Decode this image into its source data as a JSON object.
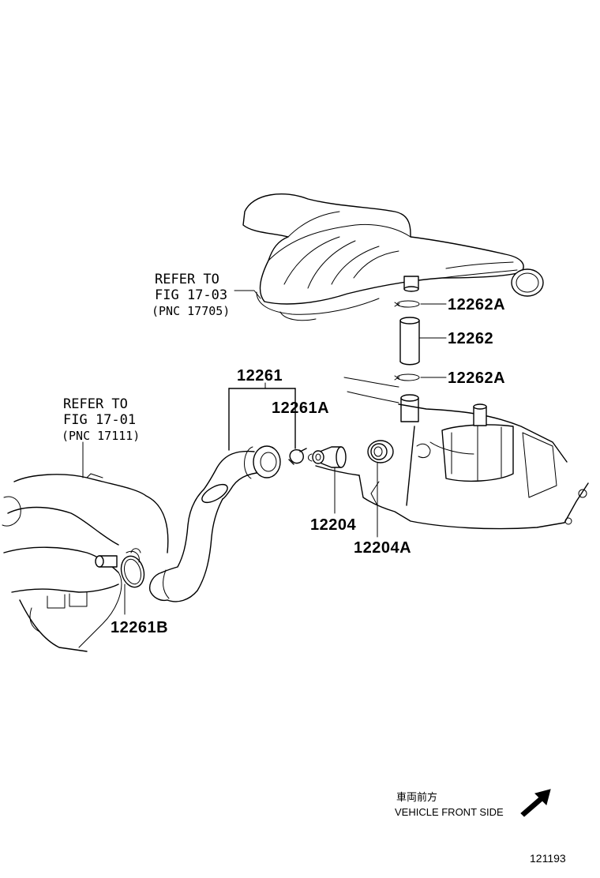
{
  "refer_top": {
    "line1": "REFER TO",
    "line2": "FIG 17-03",
    "line3": "(PNC 17705)"
  },
  "refer_left": {
    "line1": "REFER TO",
    "line2": "FIG 17-01",
    "line3": "(PNC 17111)"
  },
  "parts": {
    "p12262A_top": "12262A",
    "p12262": "12262",
    "p12262A_bottom": "12262A",
    "p12261": "12261",
    "p12261A": "12261A",
    "p12204": "12204",
    "p12204A": "12204A",
    "p12261B": "12261B"
  },
  "direction": {
    "jp": "車両前方",
    "en": "VEHICLE FRONT SIDE"
  },
  "figure_id": "121193"
}
